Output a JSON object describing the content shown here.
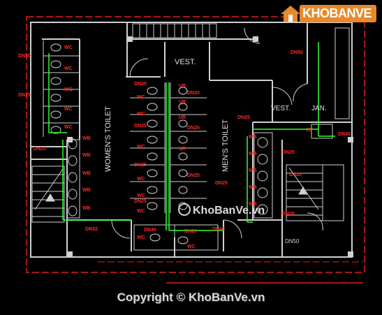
{
  "rooms": {
    "vest_center": "VEST.",
    "vest_right": "VEST.",
    "jan": "JAN.",
    "womens_toilet": "WOMEN'S TOILET",
    "mens_toilet": "MEN'S TOILET"
  },
  "labels": {
    "dn50": "DN50",
    "dn25": "DN25",
    "dn20": "DN20",
    "dn32": "DN32",
    "dn40": "DN40",
    "wc": "WC",
    "wb": "WB",
    "ur": "UR",
    "js": "JS",
    "dn50_bottom": "DN50"
  },
  "watermark": {
    "brand": "KHOBANVE",
    "center": "KhoBanVe.vn",
    "copyright": "Copyright © KhoBanVe.vn"
  },
  "colors": {
    "background": "#000000",
    "walls": "#d0d0d0",
    "pipe": "#33ff33",
    "labels": "#ff2a2a",
    "border": "#e02020",
    "brand": "#e8892b"
  }
}
